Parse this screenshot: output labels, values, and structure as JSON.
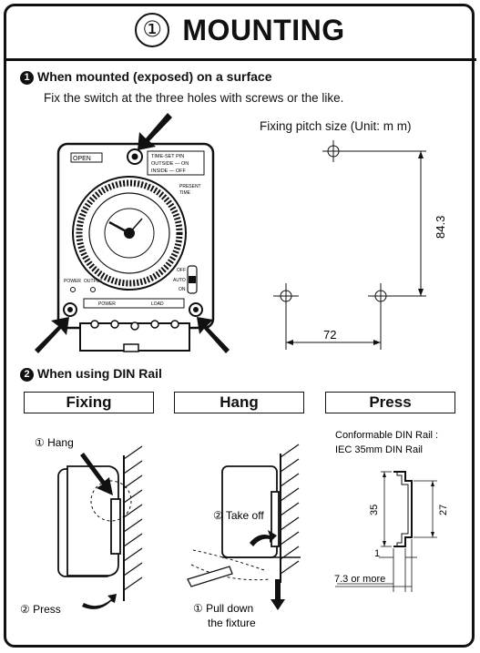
{
  "header": {
    "number": "①",
    "title": "MOUNTING"
  },
  "section1": {
    "badge": "1",
    "heading": "When mounted (exposed) on a surface",
    "instruction": "Fix the switch at the three holes with screws or the like.",
    "pitch_caption": "Fixing pitch size (Unit: m m)",
    "dim_vertical": "84.3",
    "dim_horizontal": "72"
  },
  "device": {
    "open_label": "OPEN",
    "tsp_line1": "TIME-SET PIN",
    "tsp_line2": "OUTSIDE — ON",
    "tsp_line3": "INSIDE — OFF",
    "present_label": "PRESENT",
    "time_label": "TIME",
    "power_label": "POWER",
    "output_label": "OUTPUT",
    "switch_off": "OFF",
    "switch_auto": "AUTO",
    "switch_on": "ON",
    "terminal_power": "POWER",
    "terminal_load": "LOAD"
  },
  "section2": {
    "badge": "2",
    "heading": "When using DIN Rail",
    "tabs": [
      "Fixing",
      "Hang",
      "Press"
    ],
    "fixing_step1": "① Hang",
    "fixing_step2": "② Press",
    "hang_step2": "② Take off",
    "hang_step1_line1": "① Pull down",
    "hang_step1_line2": "the fixture",
    "press_note_line1": "Conformable DIN Rail :",
    "press_note_line2": "IEC 35mm DIN Rail",
    "rail_dim_35": "35",
    "rail_dim_27": "27",
    "rail_dim_1": "1",
    "rail_dim_73": "7.3 or more"
  }
}
